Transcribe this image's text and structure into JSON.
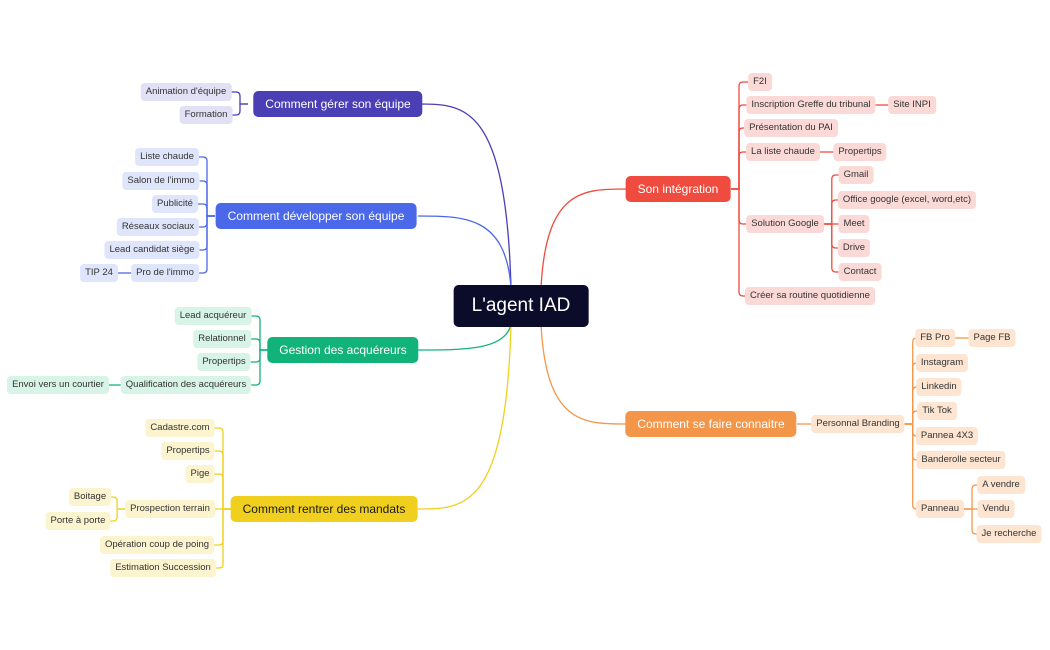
{
  "center": {
    "label": "L'agent IAD"
  },
  "branches": {
    "gerer": {
      "label": "Comment gérer son équipe",
      "color": "#4b3fb5",
      "leaf_bg": "#e2e0f4",
      "items": [
        "Animation d'équipe",
        "Formation"
      ]
    },
    "developper": {
      "label": "Comment développer son équipe",
      "color": "#4a68e8",
      "leaf_bg": "#dfe6fb",
      "items": [
        "Liste chaude",
        "Salon de l'immo",
        "Publicité",
        "Réseaux sociaux",
        "Lead candidat siège",
        "Pro de l'immo",
        "TIP 24"
      ]
    },
    "acquereurs": {
      "label": "Gestion des acquéreurs",
      "color": "#12b37a",
      "leaf_bg": "#d8f3e7",
      "items": [
        "Lead acquéreur",
        "Relationnel",
        "Propertips",
        "Qualification des acquéreurs",
        "Envoi vers un courtier"
      ]
    },
    "mandats": {
      "label": "Comment rentrer des mandats",
      "color": "#f0cf1e",
      "leaf_bg": "#fcf3cf",
      "items": [
        "Cadastre.com",
        "Propertips",
        "Pige",
        "Prospection terrain",
        "Boitage",
        "Porte à porte",
        "Opération coup de poing",
        "Estimation Succession"
      ]
    },
    "integration": {
      "label": "Son intégration",
      "color": "#ef4b3e",
      "leaf_bg": "#fbd9d6",
      "items": [
        "F2I",
        "Inscription Greffe du tribunal",
        "Site INPI",
        "Présentation du PAI",
        "La liste chaude",
        "Propertips",
        "Solution Google",
        "Gmail",
        "Office google (excel, word,etc)",
        "Meet",
        "Drive",
        "Contact",
        "Créer sa routine quotidienne"
      ]
    },
    "connaitre": {
      "label": "Comment se faire connaitre",
      "color": "#f3964a",
      "leaf_bg": "#fde5d1",
      "items": [
        "Personnal Branding",
        "FB Pro",
        "Page FB",
        "Instagram",
        "Linkedin",
        "Tik Tok",
        "Pannea 4X3",
        "Banderolle secteur",
        "Panneau",
        "A vendre",
        "Vendu",
        "Je recherche"
      ]
    }
  }
}
